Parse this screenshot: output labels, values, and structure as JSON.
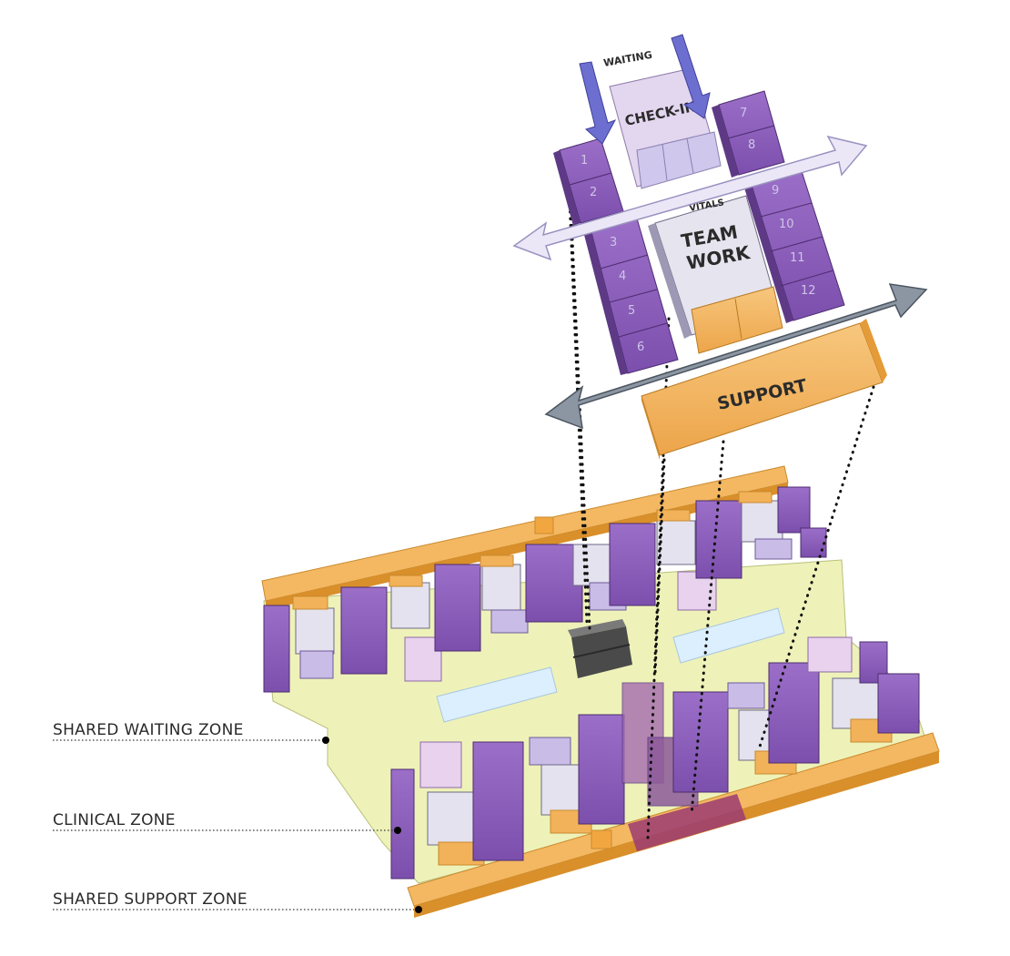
{
  "diagram": {
    "labels": {
      "waiting": "WAITING",
      "check_in": "CHECK-IN",
      "vitals": "VITALS",
      "team_work_line1": "TEAM",
      "team_work_line2": "WORK",
      "support": "SUPPORT"
    },
    "rooms_left_top": [
      "1",
      "2"
    ],
    "rooms_left_bottom": [
      "3",
      "4",
      "5",
      "6"
    ],
    "rooms_right_top": [
      "7",
      "8"
    ],
    "rooms_right_bottom": [
      "9",
      "10",
      "11",
      "12"
    ],
    "zones": [
      {
        "id": "waiting",
        "label": "SHARED WAITING ZONE"
      },
      {
        "id": "clinical",
        "label": "CLINICAL ZONE"
      },
      {
        "id": "support",
        "label": "SHARED SUPPORT ZONE"
      }
    ],
    "colors": {
      "clinical_purple": "#8d5fb9",
      "clinical_purple_dark": "#5e3a86",
      "checkin_lavender": "#e3d6ef",
      "teamwork_gray": "#e6e4ee",
      "support_orange": "#f5bd6a",
      "support_orange_dark": "#d98f2a",
      "waiting_yellow": "#eef2b8",
      "window_blue": "#dcefff",
      "arrow_gray": "#8c96a2",
      "arrow_lilac": "#d8d2ee"
    }
  }
}
